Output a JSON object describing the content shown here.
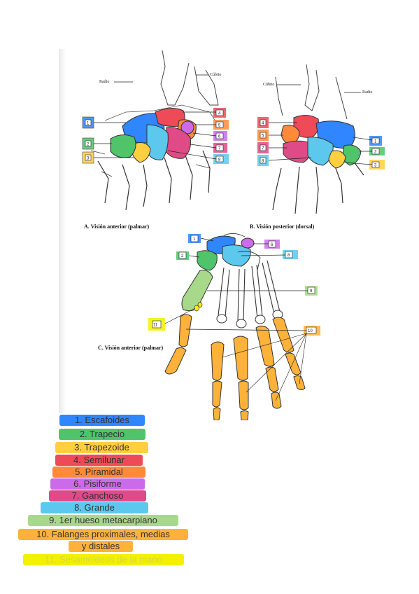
{
  "figure": {
    "panel_a": {
      "caption": "A. Visión anterior (palmar)",
      "label_radio": "Radio",
      "label_cubito": "Cúbito",
      "box_labels": [
        "1",
        "2",
        "3",
        "4",
        "5",
        "6",
        "7",
        "8"
      ]
    },
    "panel_b": {
      "caption": "B. Visión posterior (dorsal)",
      "label_cubito": "Cúbito",
      "label_radio": "Radio",
      "box_labels": [
        "4",
        "5",
        "7",
        "8",
        "1",
        "2",
        "3"
      ]
    },
    "panel_c": {
      "caption": "C. Visión anterior (palmar)",
      "box_labels": [
        "1",
        "2",
        "6",
        "8",
        "9",
        "10",
        "11"
      ]
    }
  },
  "legend": [
    {
      "label": "1. Escafoides",
      "color": "#2f86ff"
    },
    {
      "label": "2. Trapecio",
      "color": "#4fc46a"
    },
    {
      "label": "3. Trapezoide",
      "color": "#ffcf40"
    },
    {
      "label": "4. Semilunar",
      "color": "#ef4a58"
    },
    {
      "label": "5. Piramidal",
      "color": "#ff8a3a"
    },
    {
      "label": "6. Pisiforme",
      "color": "#cc6bea"
    },
    {
      "label": "7. Ganchoso",
      "color": "#e04a86"
    },
    {
      "label": "8. Grande",
      "color": "#5cc8ee"
    },
    {
      "label": "9. 1er hueso metacarpiano",
      "color": "#a8d98a"
    },
    {
      "label": "10. Falanges proximales, medias",
      "label2": "y distales",
      "color": "#ffb23a"
    },
    {
      "label": "11. Sesamoideos de la mano",
      "color": "#f4f000"
    }
  ]
}
